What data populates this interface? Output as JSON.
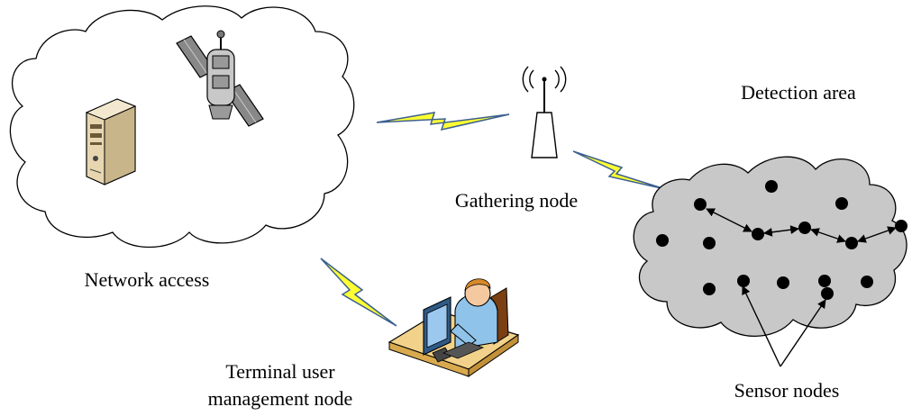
{
  "labels": {
    "network_access": "Network access",
    "gathering_node": "Gathering node",
    "detection_area": "Detection area",
    "terminal_line1": "Terminal user",
    "terminal_line2": "management node",
    "sensor_nodes": "Sensor nodes"
  },
  "colors": {
    "cloud_fill": "#c8c8c8",
    "lightning": "#ffff33",
    "link_line": "#3b5f8f"
  },
  "icons": {
    "satellite": "satellite-icon",
    "server": "server-icon",
    "antenna": "antenna-icon",
    "user": "user-workstation-icon"
  }
}
